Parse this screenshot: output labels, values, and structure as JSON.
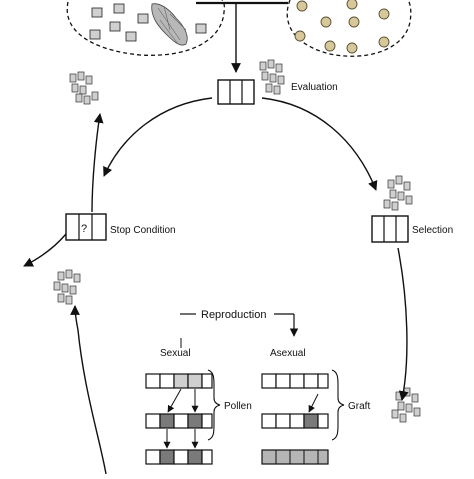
{
  "labels": {
    "evaluation": "Evaluation",
    "selection": "Selection",
    "stop_condition": "Stop Condition",
    "stop_mark": "?",
    "reproduction": "Reproduction",
    "sexual": "Sexual",
    "asexual": "Asexual",
    "pollen": "Pollen",
    "graft": "Graft"
  },
  "colors": {
    "line": "#111111",
    "cell_light": "#cfcfcf",
    "cell_mid": "#b5b5b5",
    "cell_dark": "#7a7a7a",
    "seed_fill": "#d6c89a",
    "seed_stroke": "#5a5030"
  }
}
